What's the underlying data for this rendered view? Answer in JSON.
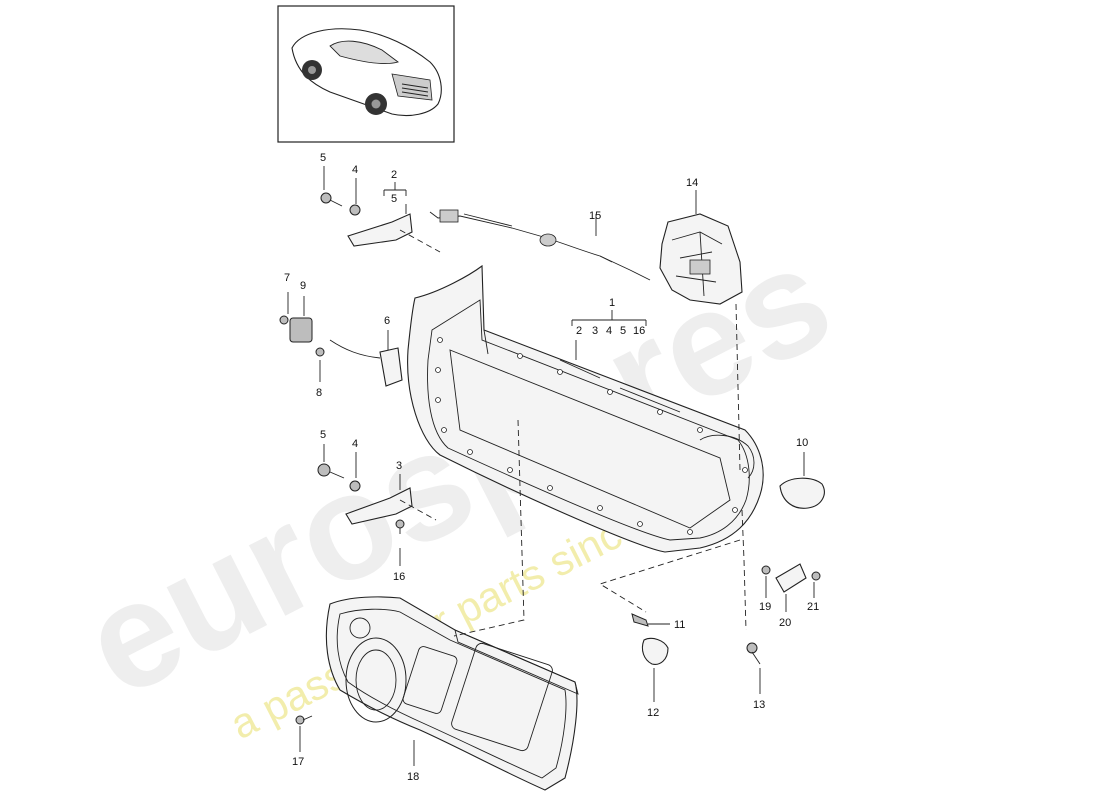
{
  "diagram": {
    "callouts": {
      "c1": "1",
      "c2": "2",
      "c3": "3",
      "c4": "4",
      "c5": "5",
      "c6": "6",
      "c7": "7",
      "c8": "8",
      "c9": "9",
      "c10": "10",
      "c11": "11",
      "c12": "12",
      "c13": "13",
      "c14": "14",
      "c15": "15",
      "c16": "16",
      "c17": "17",
      "c18": "18",
      "c19": "19",
      "c20": "20",
      "c21": "21",
      "c2_sub": "5",
      "c1_subs": [
        "2",
        "3",
        "4",
        "5",
        "16"
      ],
      "c4b": "4",
      "c5b": "5"
    },
    "watermark": {
      "brand": "eurospares",
      "tagline": "a passion for parts since 1985"
    },
    "colors": {
      "line": "#222222",
      "watermark_brand": "#cfcfcf",
      "watermark_tagline": "#e8e06a"
    },
    "inset_icon": "car-rear-view-icon"
  }
}
